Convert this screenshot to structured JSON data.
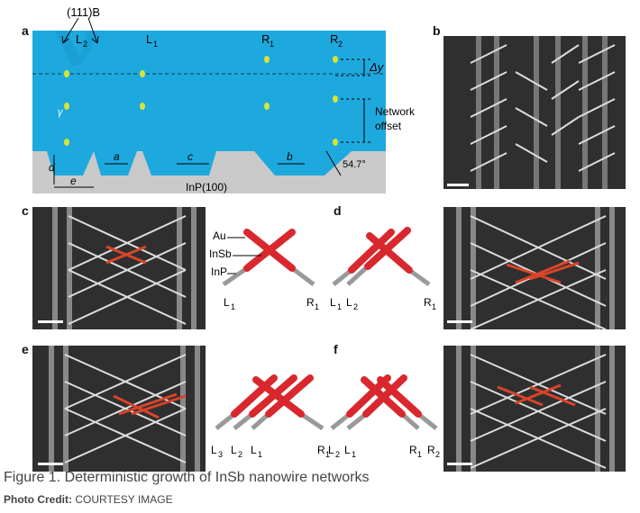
{
  "figure": {
    "panel_labels": {
      "a": "a",
      "b": "b",
      "c": "c",
      "d": "d",
      "e": "e",
      "f": "f"
    },
    "panel_a": {
      "facet": "(111)B",
      "trenches": [
        "L",
        "L",
        "R",
        "R"
      ],
      "trench_subscripts": [
        "2",
        "1",
        "1",
        "2"
      ],
      "dy": "Δy",
      "network_offset_1": "Network",
      "network_offset_2": "offset",
      "dims": [
        "d",
        "a",
        "c",
        "b",
        "e"
      ],
      "angle": "54.7°",
      "substrate": "InP(100)",
      "gamma": "γ"
    },
    "schematic_c": {
      "au": "Au",
      "insb": "InSb",
      "inp": "InP",
      "left": "L",
      "left_sub": "1",
      "right": "R",
      "right_sub": "1"
    },
    "schematic_d": {
      "labels": [
        "L",
        "L",
        "R"
      ],
      "subs": [
        "1",
        "2",
        "1"
      ]
    },
    "schematic_e": {
      "labels": [
        "L",
        "L",
        "L",
        "R"
      ],
      "subs": [
        "3",
        "2",
        "1",
        "1"
      ]
    },
    "schematic_f": {
      "labels": [
        "L",
        "L",
        "R",
        "R"
      ],
      "subs": [
        "2",
        "1",
        "1",
        "2"
      ]
    },
    "colors": {
      "substrate_blue": "#1ea9de",
      "insb_red": "#d8282e",
      "highlight": "#d9442a",
      "gold": "#d9e234"
    }
  },
  "caption": "Figure 1. Deterministic growth of InSb nanowire networks",
  "credit_label": "Photo Credit:",
  "credit_value": "COURTESY IMAGE"
}
